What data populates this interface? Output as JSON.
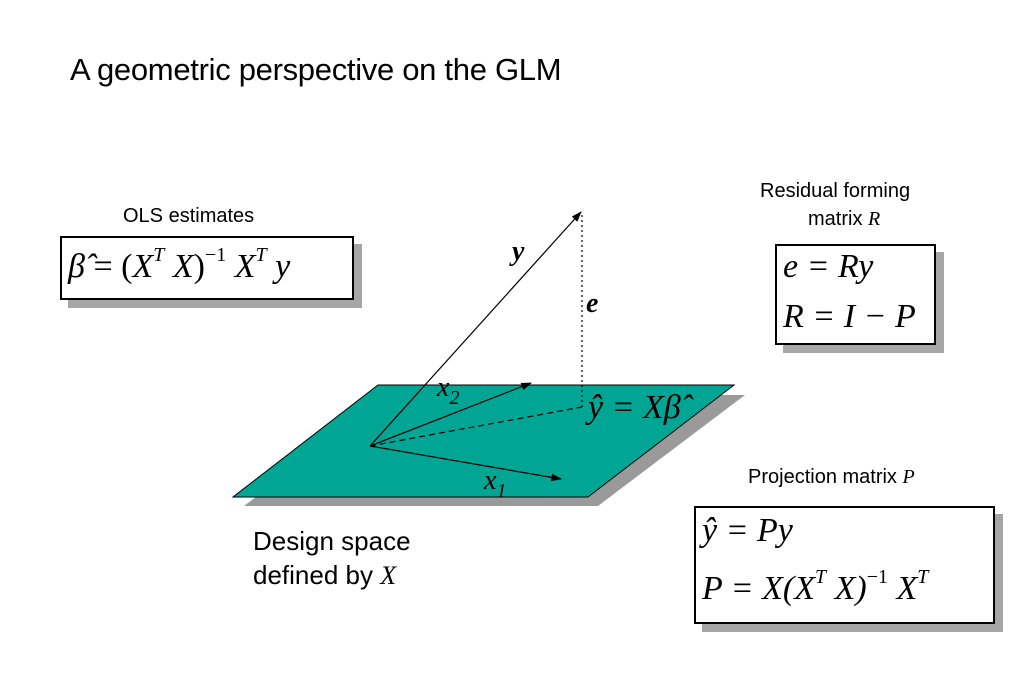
{
  "title": "A geometric perspective on the GLM",
  "ols": {
    "label": "OLS estimates",
    "beta_hat": "β̂",
    "eq": "= (",
    "X1": "X",
    "T1": "T",
    "X2": "X",
    "close": ")",
    "inv": "−1",
    "X3": "X",
    "T2": "T",
    "y": "y"
  },
  "residual": {
    "label_line1": "Residual forming",
    "label_line2": "matrix",
    "label_var": "R",
    "eq1": "e = Ry",
    "eq2": "R = I − P"
  },
  "projection": {
    "label": "Projection matrix",
    "label_var": "P",
    "eq1": "ŷ = Py",
    "eq2_left": "P = X(X",
    "T1": "T",
    "eq2_mid": "X)",
    "inv": "−1",
    "eq2_right": "X",
    "T2": "T"
  },
  "diagram": {
    "plane_color": "#00a693",
    "y_label": "y",
    "e_label": "e",
    "x1_label": "x",
    "x1_sub": "1",
    "x2_label": "x",
    "x2_sub": "2",
    "yhat_label": "ŷ = Xβ̂"
  },
  "design_space": {
    "line1": "Design space",
    "line2": "defined by",
    "var": "X"
  }
}
